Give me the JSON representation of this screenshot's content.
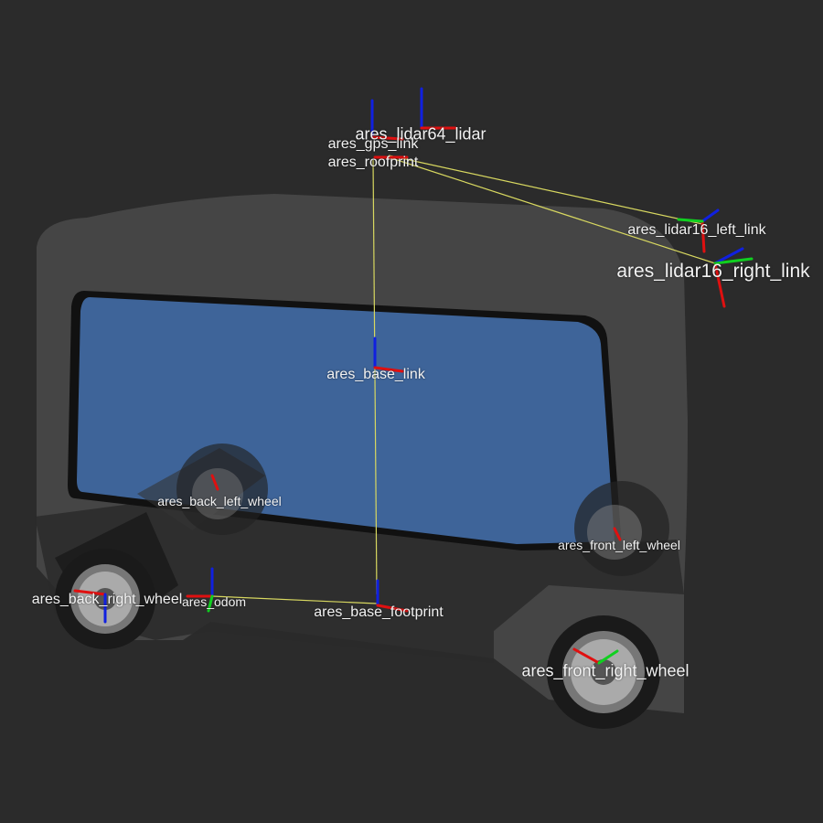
{
  "viewer": {
    "background_color": "#2b2b2b",
    "vehicle_body_color": "#4a4a4a",
    "window_color": "#3e6499",
    "tf_edge_color": "#d8d860",
    "axis_colors": {
      "x": "#e01010",
      "y": "#10d020",
      "z": "#1020e0"
    }
  },
  "frames": [
    {
      "id": "ares_lidar64_lidar",
      "label": "ares_lidar64_lidar"
    },
    {
      "id": "ares_gps_link",
      "label": "ares_gps_link"
    },
    {
      "id": "ares_roofprint",
      "label": "ares_roofprint"
    },
    {
      "id": "ares_lidar16_left_link",
      "label": "ares_lidar16_left_link"
    },
    {
      "id": "ares_lidar16_right_link",
      "label": "ares_lidar16_right_link"
    },
    {
      "id": "ares_base_link",
      "label": "ares_base_link"
    },
    {
      "id": "ares_back_left_wheel",
      "label": "ares_back_left_wheel"
    },
    {
      "id": "ares_front_left_wheel",
      "label": "ares_front_left_wheel"
    },
    {
      "id": "ares_back_right_wheel",
      "label": "ares_back_right_wheel"
    },
    {
      "id": "ares_odom",
      "label": "ares_odom"
    },
    {
      "id": "ares_base_footprint",
      "label": "ares_base_footprint"
    },
    {
      "id": "ares_front_right_wheel",
      "label": "ares_front_right_wheel"
    }
  ]
}
